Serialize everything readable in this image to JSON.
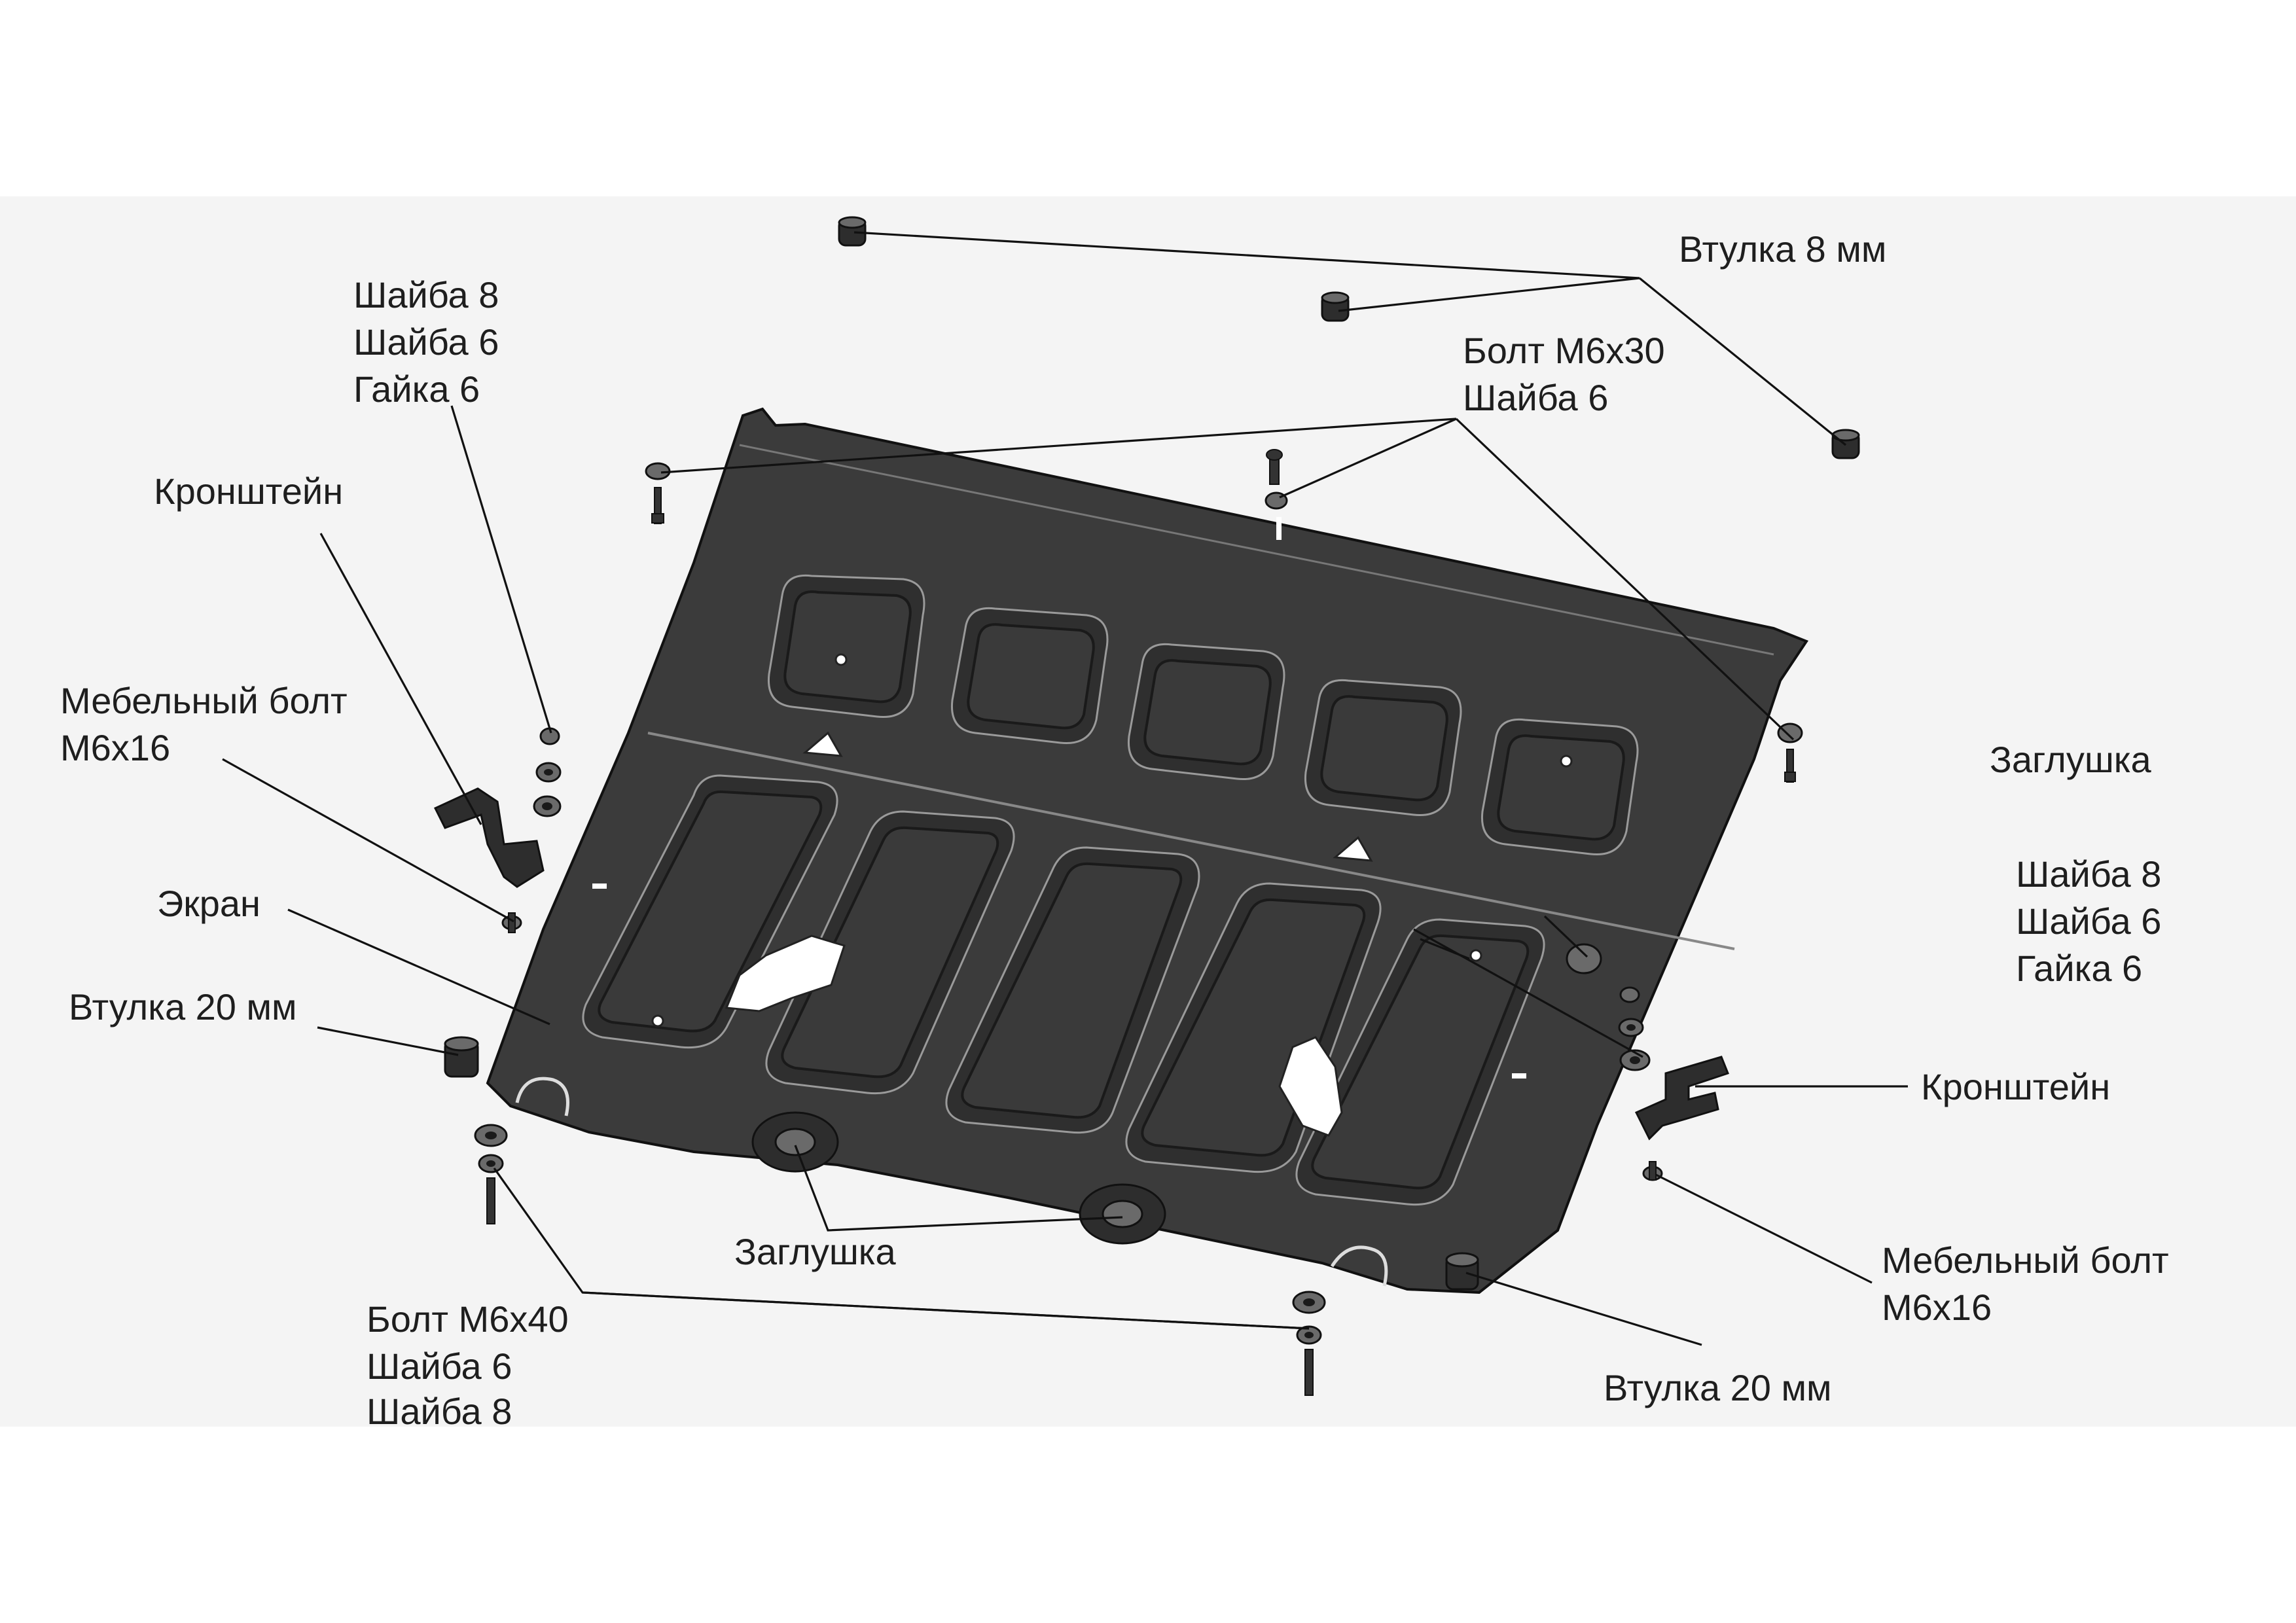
{
  "labels": {
    "vtulka8": "Втулка 8 мм",
    "shaiba_left_1": "Шайба 8",
    "shaiba_left_2": "Шайба 6",
    "shaiba_left_3": "Гайка 6",
    "bolt30_1": "Болт М6х30",
    "bolt30_2": "Шайба 6",
    "kronshtein_left": "Кронштейн",
    "mebel_left_1": "Мебельный болт",
    "mebel_left_2": "М6х16",
    "zaglushka_right": "Заглушка",
    "shaiba_right_1": "Шайба 8",
    "shaiba_right_2": "Шайба 6",
    "shaiba_right_3": "Гайка 6",
    "ekran": "Экран",
    "vtulka20_left": "Втулка 20 мм",
    "kronshtein_right": "Кронштейн",
    "zaglushka_bottom": "Заглушка",
    "mebel_right_1": "Мебельный болт",
    "mebel_right_2": "М6х16",
    "bolt40_1": "Болт М6х40",
    "bolt40_2": "Шайба 6",
    "bolt40_3": "Шайба 8",
    "vtulka20_right": "Втулка 20 мм"
  }
}
